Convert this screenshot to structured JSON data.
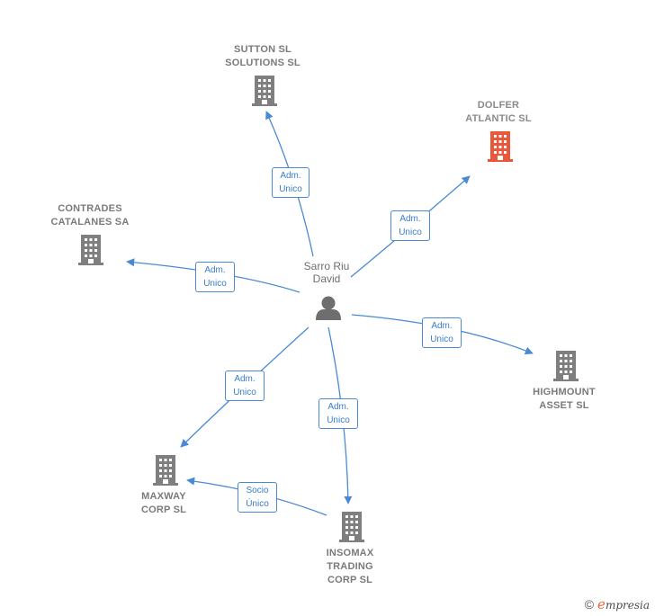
{
  "person": {
    "name_line1": "Sarro Riu",
    "name_line2": "David"
  },
  "companies": {
    "sutton": {
      "line1": "SUTTON  SL",
      "line2": "SOLUTIONS  SL"
    },
    "dolfer": {
      "line1": "DOLFER",
      "line2": "ATLANTIC  SL",
      "color": "#e9583a"
    },
    "contrades": {
      "line1": "CONTRADES",
      "line2": "CATALANES SA"
    },
    "highmount": {
      "line1": "HIGHMOUNT",
      "line2": "ASSET  SL"
    },
    "maxway": {
      "line1": "MAXWAY",
      "line2": "CORP  SL"
    },
    "insomax": {
      "line1": "INSOMAX",
      "line2": "TRADING",
      "line3": "CORP  SL"
    }
  },
  "edges": {
    "sutton": {
      "line1": "Adm.",
      "line2": "Unico"
    },
    "dolfer": {
      "line1": "Adm.",
      "line2": "Unico"
    },
    "contrades": {
      "line1": "Adm.",
      "line2": "Unico"
    },
    "highmount": {
      "line1": "Adm.",
      "line2": "Unico"
    },
    "maxway": {
      "line1": "Adm.",
      "line2": "Unico"
    },
    "insomax": {
      "line1": "Adm.",
      "line2": "Unico"
    },
    "insomax_maxway": {
      "line1": "Socio",
      "line2": "Único"
    }
  },
  "footer": {
    "copyright": "©",
    "brand_initial": "e",
    "brand_rest": "mpresia"
  },
  "colors": {
    "edge": "#4a8ad4",
    "building": "#7f7f7f",
    "highlight_building": "#e9583a",
    "person": "#6e6e6e"
  }
}
